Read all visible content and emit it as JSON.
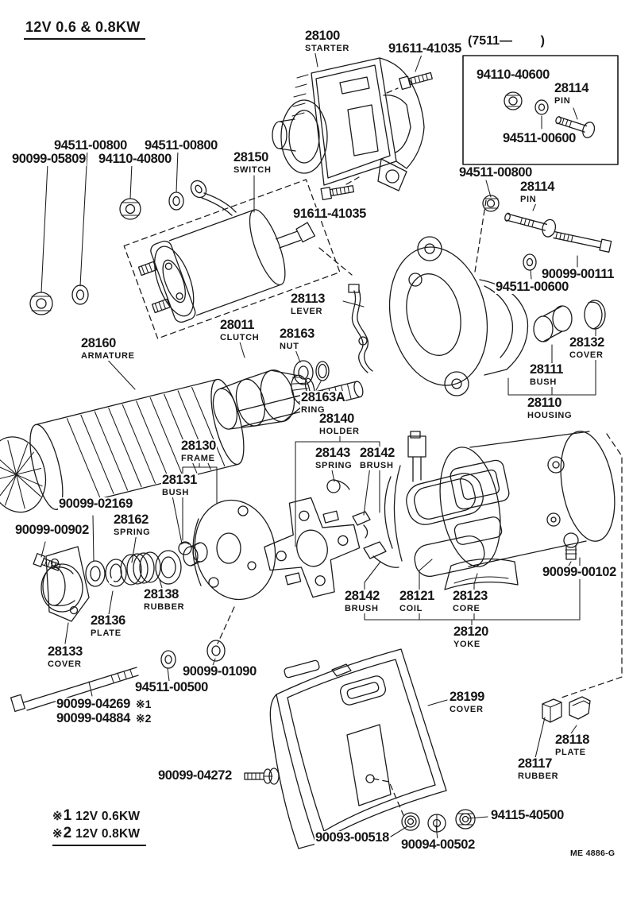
{
  "page": {
    "title": "12V 0.6 & 0.8KW",
    "production_note": "(7511—        )",
    "drawing_code": "ME 4886-G"
  },
  "legend": {
    "items": [
      {
        "mark": "※",
        "index": "1",
        "text": "12V 0.6KW"
      },
      {
        "mark": "※",
        "index": "2",
        "text": "12V 0.8KW"
      }
    ]
  },
  "labels": [
    {
      "part_number": "28100",
      "part_name": "STARTER"
    },
    {
      "part_number": "91611-41035"
    },
    {
      "part_number": "94110-40600"
    },
    {
      "part_number": "28114",
      "part_name": "PIN"
    },
    {
      "part_number": "94511-00600"
    },
    {
      "part_number": "94511-00800"
    },
    {
      "part_number": "28114",
      "part_name": "PIN"
    },
    {
      "part_number": "90099-00111"
    },
    {
      "part_number": "94511-00600"
    },
    {
      "part_number": "94511-00800"
    },
    {
      "part_number": "94511-00800"
    },
    {
      "part_number": "90099-05809"
    },
    {
      "part_number": "94110-40800"
    },
    {
      "part_number": "28150",
      "part_name": "SWITCH"
    },
    {
      "part_number": "91611-41035"
    },
    {
      "part_number": "28113",
      "part_name": "LEVER"
    },
    {
      "part_number": "28011",
      "part_name": "CLUTCH"
    },
    {
      "part_number": "28163",
      "part_name": "NUT"
    },
    {
      "part_number": "28160",
      "part_name": "ARMATURE"
    },
    {
      "part_number": "28163A",
      "part_name": "RING"
    },
    {
      "part_number": "28132",
      "part_name": "COVER"
    },
    {
      "part_number": "28111",
      "part_name": "BUSH"
    },
    {
      "part_number": "28110",
      "part_name": "HOUSING"
    },
    {
      "part_number": "28140",
      "part_name": "HOLDER"
    },
    {
      "part_number": "28130",
      "part_name": "FRAME"
    },
    {
      "part_number": "28143",
      "part_name": "SPRING"
    },
    {
      "part_number": "28142",
      "part_name": "BRUSH"
    },
    {
      "part_number": "28131",
      "part_name": "BUSH"
    },
    {
      "part_number": "90099-02169"
    },
    {
      "part_number": "28162",
      "part_name": "SPRING"
    },
    {
      "part_number": "90099-00902"
    },
    {
      "part_number": "90099-00102"
    },
    {
      "part_number": "28138",
      "part_name": "RUBBER"
    },
    {
      "part_number": "28136",
      "part_name": "PLATE"
    },
    {
      "part_number": "28142",
      "part_name": "BRUSH"
    },
    {
      "part_number": "28121",
      "part_name": "COIL"
    },
    {
      "part_number": "28123",
      "part_name": "CORE"
    },
    {
      "part_number": "28120",
      "part_name": "YOKE"
    },
    {
      "part_number": "28133",
      "part_name": "COVER"
    },
    {
      "part_number": "90099-01090"
    },
    {
      "part_number": "94511-00500"
    },
    {
      "part_number": "90099-04269",
      "suffix": "※1"
    },
    {
      "part_number": "90099-04884",
      "suffix": "※2"
    },
    {
      "part_number": "28199",
      "part_name": "COVER"
    },
    {
      "part_number": "90099-04272"
    },
    {
      "part_number": "28118",
      "part_name": "PLATE"
    },
    {
      "part_number": "28117",
      "part_name": "RUBBER"
    },
    {
      "part_number": "90093-00518"
    },
    {
      "part_number": "90094-00502"
    },
    {
      "part_number": "94115-40500"
    }
  ]
}
